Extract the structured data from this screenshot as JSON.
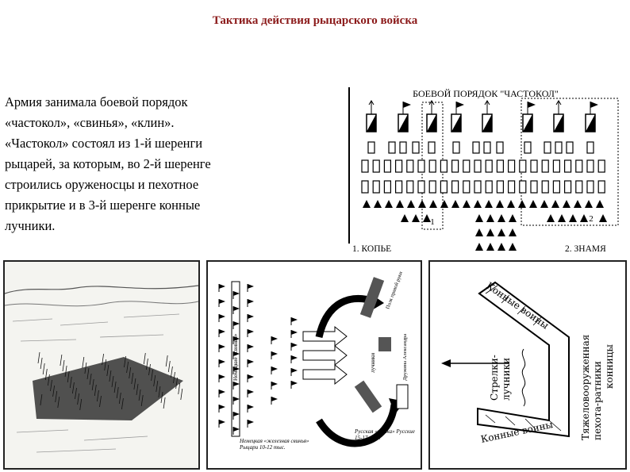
{
  "slide": {
    "title": "Тактика действия рыцарского войска",
    "paragraph": [
      "Армия занимала боевой порядок",
      "«частокол», «свинья», «клин».",
      "«Частокол» состоял из 1-й шеренги",
      "рыцарей, за которым, во 2-й шеренге",
      "строились оруженосцы и пехотное",
      "прикрытие и в 3-й шеренге конные",
      "лучники."
    ]
  },
  "formation_diagram": {
    "heading": "БОЕВОЙ  ПОРЯДОК \"ЧАСТОКОЛ\"",
    "label_1": "1",
    "label_2": "2",
    "legend_1": "1. КОПЬЕ",
    "legend_2": "2. ЗНАМЯ"
  },
  "battle_map": {
    "label_left": "Немецкие «свиньи»",
    "label_knights": "Немецкая «железная свинья» Рыцари 10-12 тыс.",
    "label_archers": "лучники",
    "label_druzhina": "Дружина Александра",
    "label_russian": "Русская «пятка» Русские 15-17 тыс.",
    "label_regiment": "Полк правой руки"
  },
  "wedge_diagram": {
    "top_label": "Конные воины",
    "bottom_label": "Конные воины",
    "archers_label_1": "Стрелки-",
    "archers_label_2": "лучники",
    "right_label_1": "Тяжеловооруженная",
    "right_label_2": "пехота-ратники",
    "right_label_3": "конницы"
  }
}
